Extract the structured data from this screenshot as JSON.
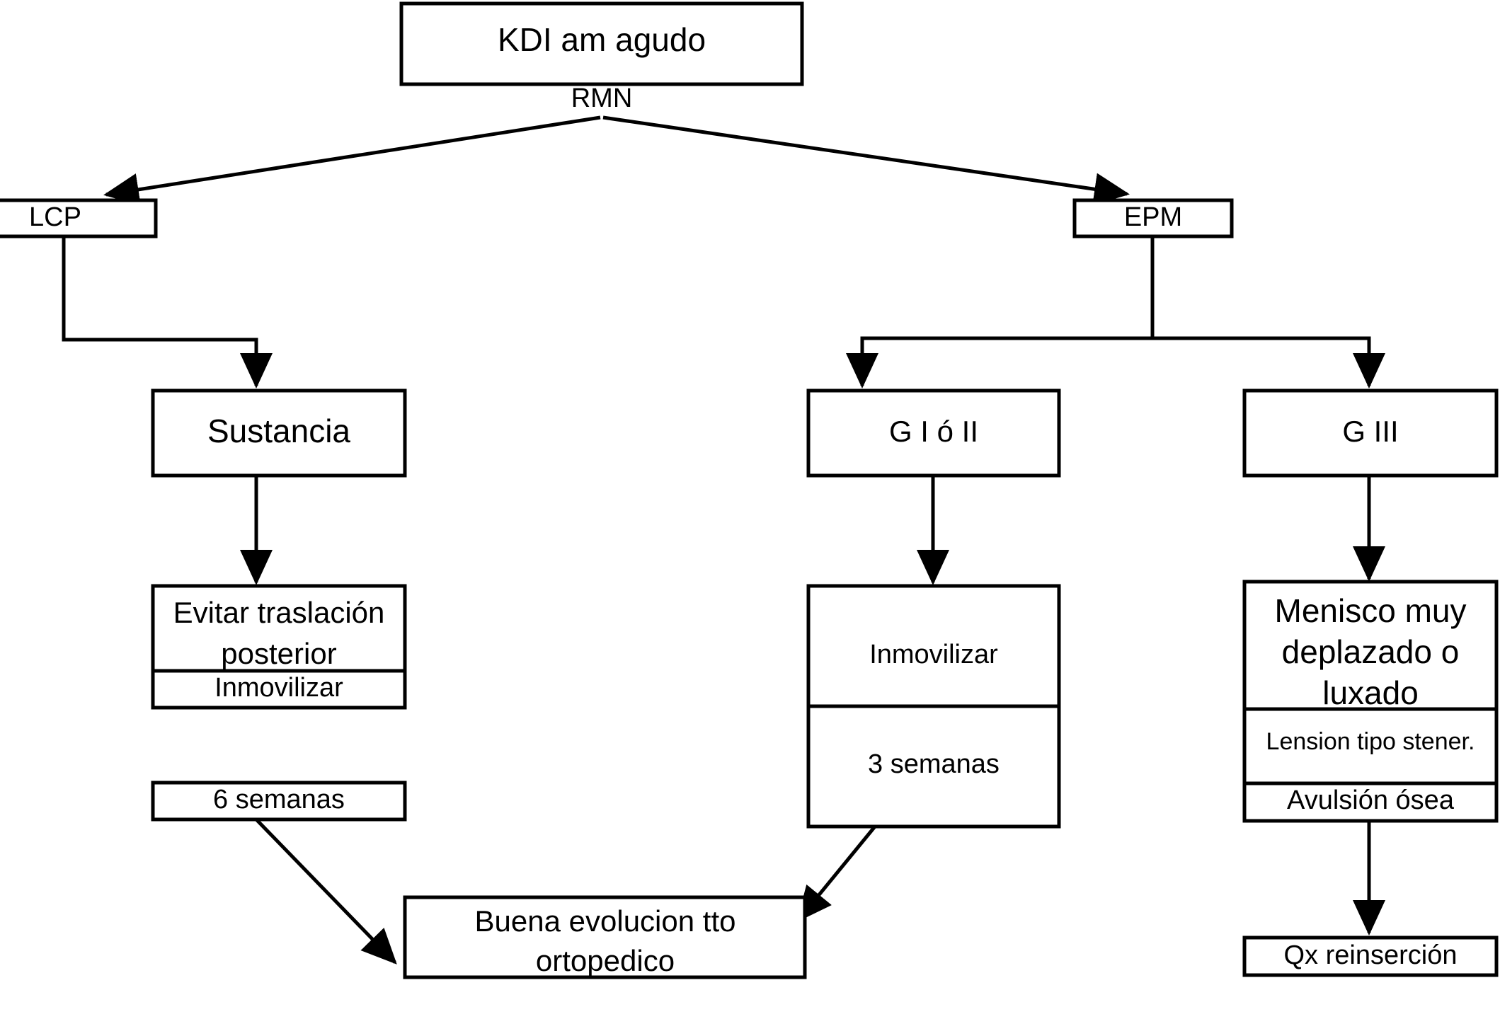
{
  "diagram": {
    "title": "KDI am agudo",
    "type": "flowchart",
    "orientation": "top-down",
    "colors": {
      "background": "#ffffff",
      "stroke": "#000000",
      "box_fill": "#ffffff",
      "text": "#000000"
    },
    "nodes": {
      "root": {
        "label": "KDI am agudo"
      },
      "lcp": {
        "label": "LCP"
      },
      "epm": {
        "label": "EPM"
      },
      "sustancia": {
        "label": "Sustancia"
      },
      "g1o2": {
        "label": "G I ó II"
      },
      "g3": {
        "label": "G III"
      },
      "evitar_traslacion": {
        "line1": "Evitar traslación",
        "line2": "posterior",
        "sub": "Inmovilizar"
      },
      "seis_semanas": {
        "label": "6 semanas"
      },
      "inmovilizar_center": {
        "top": "Inmovilizar",
        "bottom": "3 semanas"
      },
      "menisco": {
        "line1": "Menisco muy",
        "line2": "deplazado o",
        "line3": "luxado",
        "sub1": "Lension tipo stener.",
        "sub2": "Avulsión ósea"
      },
      "buena_evolucion": {
        "line1": "Buena evolucion tto",
        "line2": "ortopedico"
      },
      "qx": {
        "label": "Qx reinserción"
      }
    },
    "edge_labels": {
      "rmn": "RMN"
    }
  }
}
